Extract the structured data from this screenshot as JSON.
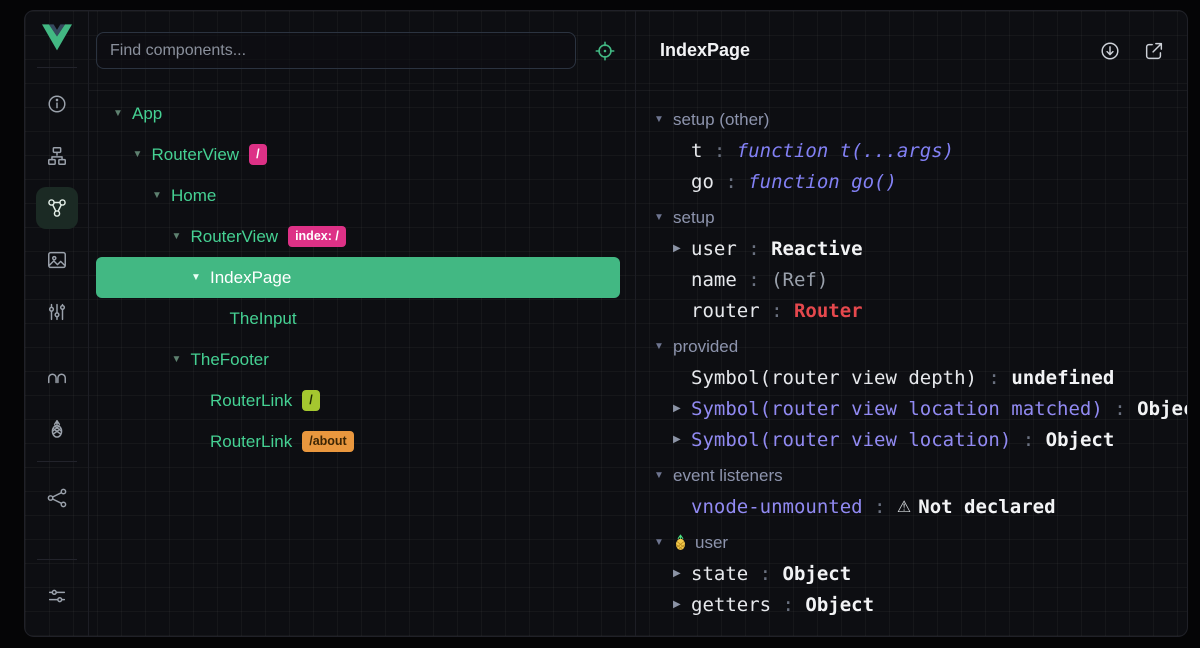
{
  "colors": {
    "accent": "#42b883",
    "selected_row_bg": "#42b883",
    "badge_pink": "#dd3186",
    "badge_green": "#a5c72f",
    "badge_orange": "#e9973e",
    "function_value": "#8280f4",
    "error_value": "#e5484d"
  },
  "sidebar": {
    "logo_icon": "vue-logo",
    "icons": [
      "info-icon",
      "components-tree-icon",
      "components-graph-icon",
      "assets-icon",
      "timeline-sliders-icon",
      "hooks-icon",
      "pinia-icon",
      "graph-icon",
      "settings-icon"
    ],
    "active_icon": "components-graph-icon"
  },
  "component_tree": {
    "search_placeholder": "Find components...",
    "nodes": [
      {
        "label": "App",
        "level": 0,
        "arrow": true,
        "selected": false
      },
      {
        "label": "RouterView",
        "level": 1,
        "arrow": true,
        "selected": false,
        "badge": {
          "text": "/",
          "color": "pink"
        }
      },
      {
        "label": "Home",
        "level": 2,
        "arrow": true,
        "selected": false
      },
      {
        "label": "RouterView",
        "level": 3,
        "arrow": true,
        "selected": false,
        "badge": {
          "text": "index: /",
          "color": "pink"
        }
      },
      {
        "label": "IndexPage",
        "level": 4,
        "arrow": true,
        "selected": true
      },
      {
        "label": "TheInput",
        "level": 5,
        "arrow": false,
        "selected": false
      },
      {
        "label": "TheFooter",
        "level": 3,
        "arrow": true,
        "selected": false
      },
      {
        "label": "RouterLink",
        "level": 4,
        "arrow": false,
        "selected": false,
        "badge": {
          "text": "/",
          "color": "green"
        }
      },
      {
        "label": "RouterLink",
        "level": 4,
        "arrow": false,
        "selected": false,
        "badge": {
          "text": "/about",
          "color": "orange"
        }
      }
    ]
  },
  "inspector": {
    "title": "IndexPage",
    "header_icons": [
      "scroll-down-icon",
      "open-in-editor-icon"
    ],
    "sections": [
      {
        "label": "setup (other)",
        "rows": [
          {
            "key": "t",
            "value": "function t(...args)",
            "value_type": "function",
            "expandable": false
          },
          {
            "key": "go",
            "value": "function go()",
            "value_type": "function",
            "expandable": false
          }
        ]
      },
      {
        "label": "setup",
        "rows": [
          {
            "key": "user",
            "value": "Reactive",
            "expandable": true
          },
          {
            "key": "name",
            "value": "(Ref)",
            "value_type": "muted",
            "expandable": false
          },
          {
            "key": "router",
            "value": "Router",
            "value_type": "error",
            "expandable": false
          }
        ]
      },
      {
        "label": "provided",
        "rows": [
          {
            "key": "Symbol(router view depth)",
            "value": "undefined",
            "expandable": false
          },
          {
            "key": "Symbol(router view location matched)",
            "value": "Object",
            "key_type": "symbol",
            "expandable": true
          },
          {
            "key": "Symbol(router view location)",
            "value": "Object",
            "key_type": "symbol",
            "expandable": true
          }
        ]
      },
      {
        "label": "event listeners",
        "rows": [
          {
            "key": "vnode-unmounted",
            "value": "Not declared",
            "key_type": "symbol",
            "warning": true,
            "expandable": false
          }
        ]
      },
      {
        "label": "user",
        "icon": "pinia-store-icon",
        "rows": [
          {
            "key": "state",
            "value": "Object",
            "expandable": true
          },
          {
            "key": "getters",
            "value": "Object",
            "expandable": true
          }
        ]
      }
    ]
  }
}
